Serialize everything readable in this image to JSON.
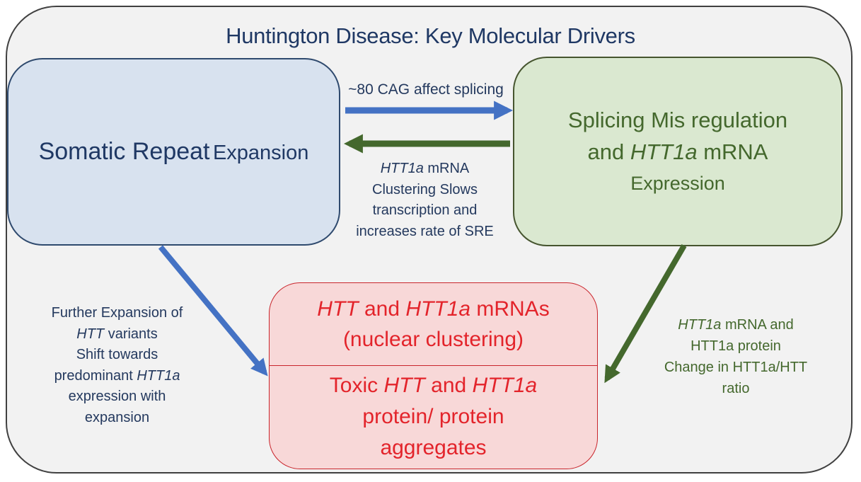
{
  "title": "Huntington Disease: Key Molecular Drivers",
  "boxes": {
    "somatic_repeat": {
      "main": "Somatic Repeat",
      "sub": "Expansion"
    },
    "splicing": {
      "line1": "Splicing Mis regulation",
      "line2_pre": "and ",
      "line2_gene": "HTT1a",
      "line2_post": " mRNA",
      "line3": "Expression"
    },
    "toxic": {
      "top_gene1": "HTT",
      "top_mid": " and ",
      "top_gene2": "HTT1a",
      "top_post": " mRNAs",
      "top_line2": "(nuclear clustering)",
      "bot_pre": "Toxic ",
      "bot_gene1": "HTT",
      "bot_mid": " and ",
      "bot_gene2": "HTT1a",
      "bot_line2": "protein/ protein",
      "bot_line3": "aggregates"
    }
  },
  "labels": {
    "cag": "~80 CAG affect splicing",
    "clustering": {
      "l1_gene": "HTT1a",
      "l1_post": " mRNA",
      "l2": "Clustering Slows",
      "l3": "transcription and",
      "l4": "increases rate of SRE"
    },
    "further": {
      "l1": "Further Expansion of",
      "l2_gene": "HTT",
      "l2_post": " variants",
      "l3": "Shift towards",
      "l4_pre": "predominant ",
      "l4_gene": "HTT1a",
      "l5": "expression with",
      "l6": "expansion"
    },
    "ratio": {
      "l1_gene": "HTT1a",
      "l1_post": " mRNA and",
      "l2": "HTT1a protein",
      "l3": "Change in HTT1a/HTT",
      "l4": "ratio"
    }
  },
  "colors": {
    "navy_text": "#1F3864",
    "blue_arrow": "#4472C4",
    "blue_node_fill": "#D8E2EF",
    "green_node_fill": "#DAE8D0",
    "dark_green": "#44682D",
    "red_text": "#E3242B",
    "red_node_fill": "#F8D8D8",
    "frame_fill": "#F2F2F2"
  }
}
